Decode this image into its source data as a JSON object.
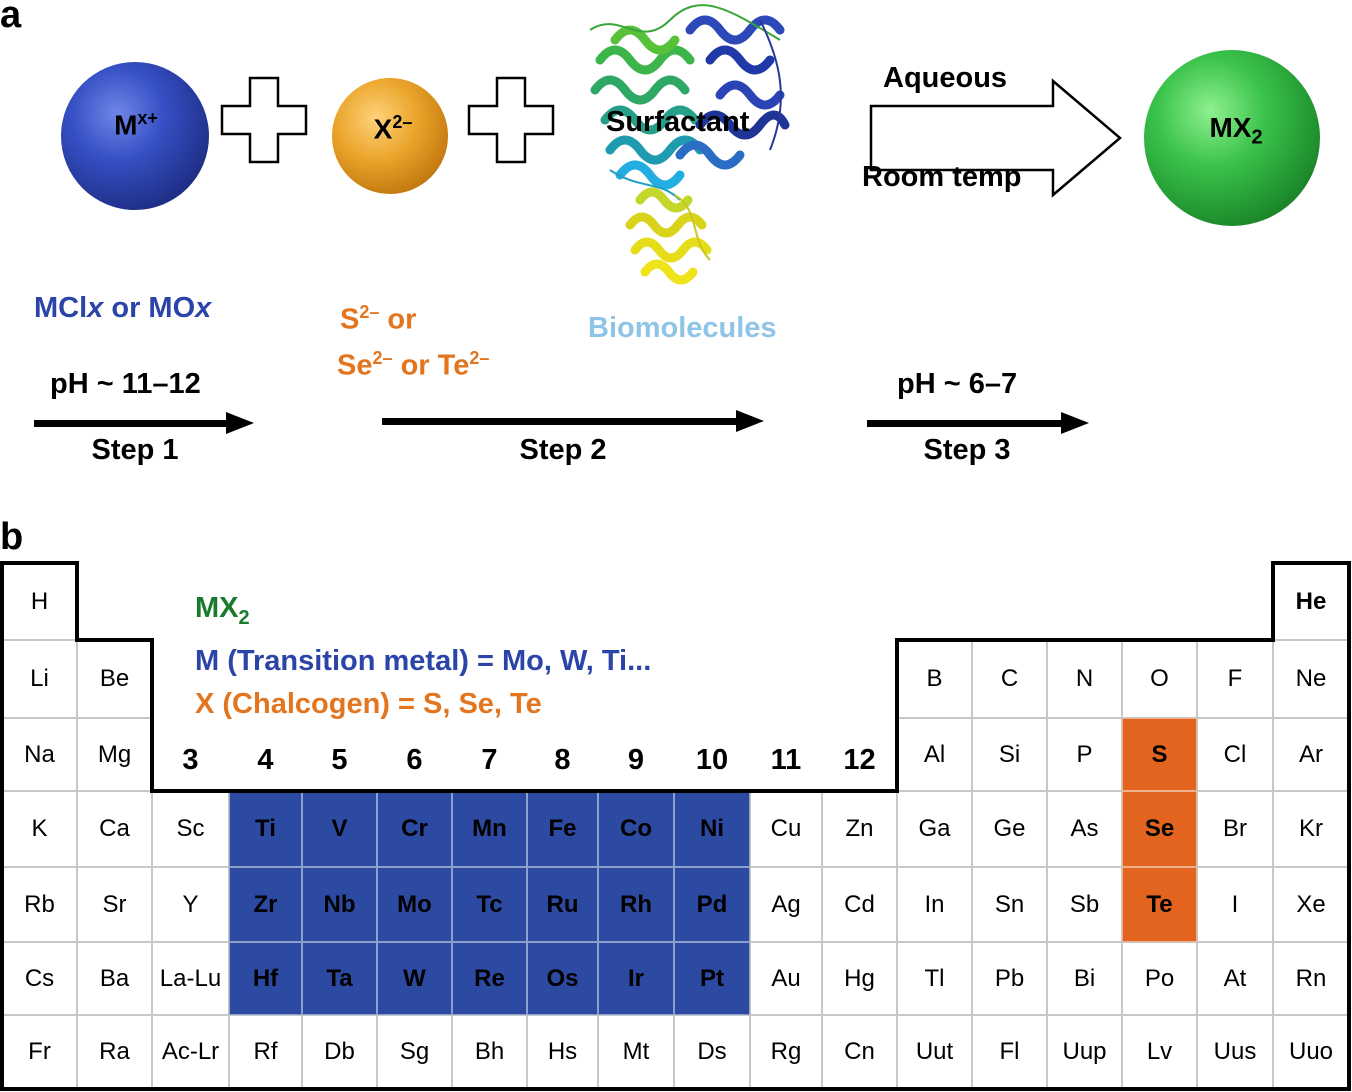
{
  "panel_a": {
    "label": "a",
    "metal_ion": {
      "label": "M",
      "charge": "x+"
    },
    "chalcogen_ion": {
      "label": "X",
      "charge": "2–"
    },
    "surfactant_label": "Surfactant",
    "arrow_top": "Aqueous",
    "arrow_bottom": "Room temp",
    "product": {
      "label": "MX",
      "sub": "2"
    },
    "precursor": {
      "a": "MCl",
      "x1": "x",
      "b": " or MO",
      "x2": "x"
    },
    "chalcogen_source": {
      "line1_s": "S",
      "line1_sup": "2–",
      "line1_rest": " or",
      "line2_se": "Se",
      "line2_se_sup": "2–",
      "line2_or": " or Te",
      "line2_te_sup": "2–"
    },
    "biomolecules": "Biomolecules",
    "step1": {
      "ph": "pH ~ 11–12",
      "label": "Step 1"
    },
    "step2": {
      "label": "Step 2"
    },
    "step3": {
      "ph": "pH ~ 6–7",
      "label": "Step 3"
    },
    "colors": {
      "metal": "#2b44a8",
      "chalcogen": "#e3751f",
      "bio": "#8ec4e6",
      "mx2": "#1a7a2e"
    }
  },
  "panel_b": {
    "label": "b",
    "legend": {
      "title": "MX",
      "title_sub": "2",
      "line_m": "M (Transition metal) = Mo, W, Ti...",
      "line_x": "X (Chalcogen) = S, Se, Te"
    },
    "group_numbers": [
      "3",
      "4",
      "5",
      "6",
      "7",
      "8",
      "9",
      "10",
      "11",
      "12"
    ],
    "rows": [
      [
        "H",
        "",
        "",
        "",
        "",
        "",
        "",
        "",
        "",
        "",
        "",
        "",
        "",
        "",
        "",
        "",
        "",
        "He"
      ],
      [
        "Li",
        "Be",
        "",
        "",
        "",
        "",
        "",
        "",
        "",
        "",
        "",
        "",
        "B",
        "C",
        "N",
        "O",
        "F",
        "Ne"
      ],
      [
        "Na",
        "Mg",
        "",
        "",
        "",
        "",
        "",
        "",
        "",
        "",
        "",
        "",
        "Al",
        "Si",
        "P",
        "S",
        "Cl",
        "Ar"
      ],
      [
        "K",
        "Ca",
        "Sc",
        "Ti",
        "V",
        "Cr",
        "Mn",
        "Fe",
        "Co",
        "Ni",
        "Cu",
        "Zn",
        "Ga",
        "Ge",
        "As",
        "Se",
        "Br",
        "Kr"
      ],
      [
        "Rb",
        "Sr",
        "Y",
        "Zr",
        "Nb",
        "Mo",
        "Tc",
        "Ru",
        "Rh",
        "Pd",
        "Ag",
        "Cd",
        "In",
        "Sn",
        "Sb",
        "Te",
        "I",
        "Xe"
      ],
      [
        "Cs",
        "Ba",
        "La-Lu",
        "Hf",
        "Ta",
        "W",
        "Re",
        "Os",
        "Ir",
        "Pt",
        "Au",
        "Hg",
        "Tl",
        "Pb",
        "Bi",
        "Po",
        "At",
        "Rn"
      ],
      [
        "Fr",
        "Ra",
        "Ac-Lr",
        "Rf",
        "Db",
        "Sg",
        "Bh",
        "Hs",
        "Mt",
        "Ds",
        "Rg",
        "Cn",
        "Uut",
        "Fl",
        "Uup",
        "Lv",
        "Uus",
        "Uuo"
      ]
    ],
    "transition_metals": [
      "Ti",
      "V",
      "Cr",
      "Mn",
      "Fe",
      "Co",
      "Ni",
      "Zr",
      "Nb",
      "Mo",
      "Tc",
      "Ru",
      "Rh",
      "Pd",
      "Hf",
      "Ta",
      "W",
      "Re",
      "Os",
      "Ir",
      "Pt"
    ],
    "chalcogens": [
      "S",
      "Se",
      "Te"
    ],
    "bold_elements": [
      "He"
    ],
    "colors": {
      "transition_metal": "#2d4aa3",
      "chalcogen": "#e3641f",
      "legend_title": "#1a7a2e",
      "legend_m": "#2b44a8",
      "legend_x": "#e3751f"
    }
  }
}
